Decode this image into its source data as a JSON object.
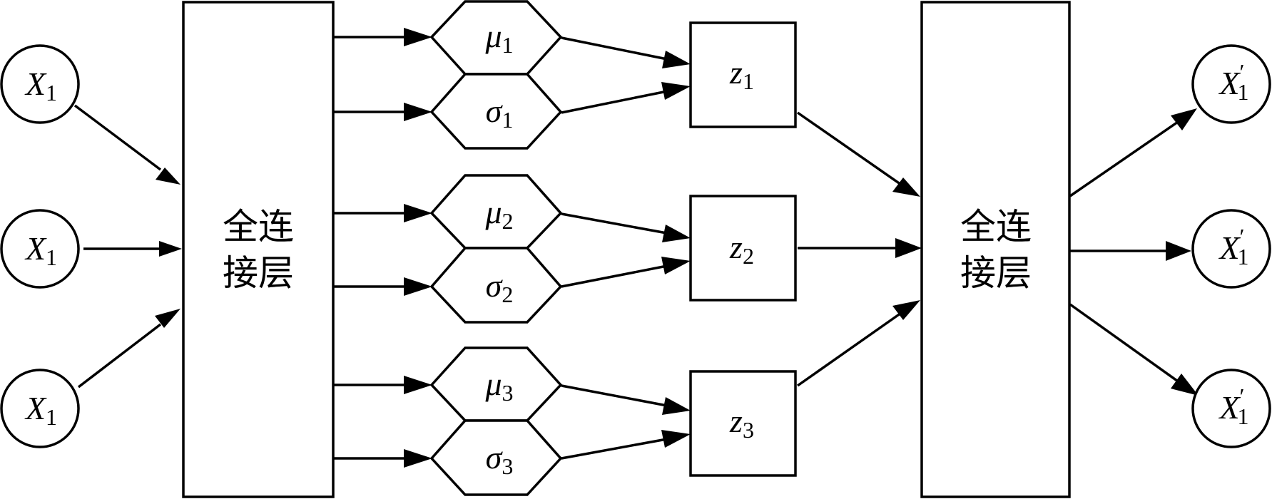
{
  "inputs": [
    {
      "var": "X",
      "sub": "1",
      "prime": ""
    },
    {
      "var": "X",
      "sub": "1",
      "prime": ""
    },
    {
      "var": "X",
      "sub": "1",
      "prime": ""
    }
  ],
  "encoder": {
    "line1": "全连",
    "line2": "接层"
  },
  "latent_groups": [
    {
      "mu": {
        "var": "μ",
        "sub": "1"
      },
      "sigma": {
        "var": "σ",
        "sub": "1"
      },
      "z": {
        "var": "z",
        "sub": "1"
      }
    },
    {
      "mu": {
        "var": "μ",
        "sub": "2"
      },
      "sigma": {
        "var": "σ",
        "sub": "2"
      },
      "z": {
        "var": "z",
        "sub": "2"
      }
    },
    {
      "mu": {
        "var": "μ",
        "sub": "3"
      },
      "sigma": {
        "var": "σ",
        "sub": "3"
      },
      "z": {
        "var": "z",
        "sub": "3"
      }
    }
  ],
  "decoder": {
    "line1": "全连",
    "line2": "接层"
  },
  "outputs": [
    {
      "var": "X",
      "sub": "1",
      "prime": "′"
    },
    {
      "var": "X",
      "sub": "1",
      "prime": "′"
    },
    {
      "var": "X",
      "sub": "1",
      "prime": "′"
    }
  ]
}
